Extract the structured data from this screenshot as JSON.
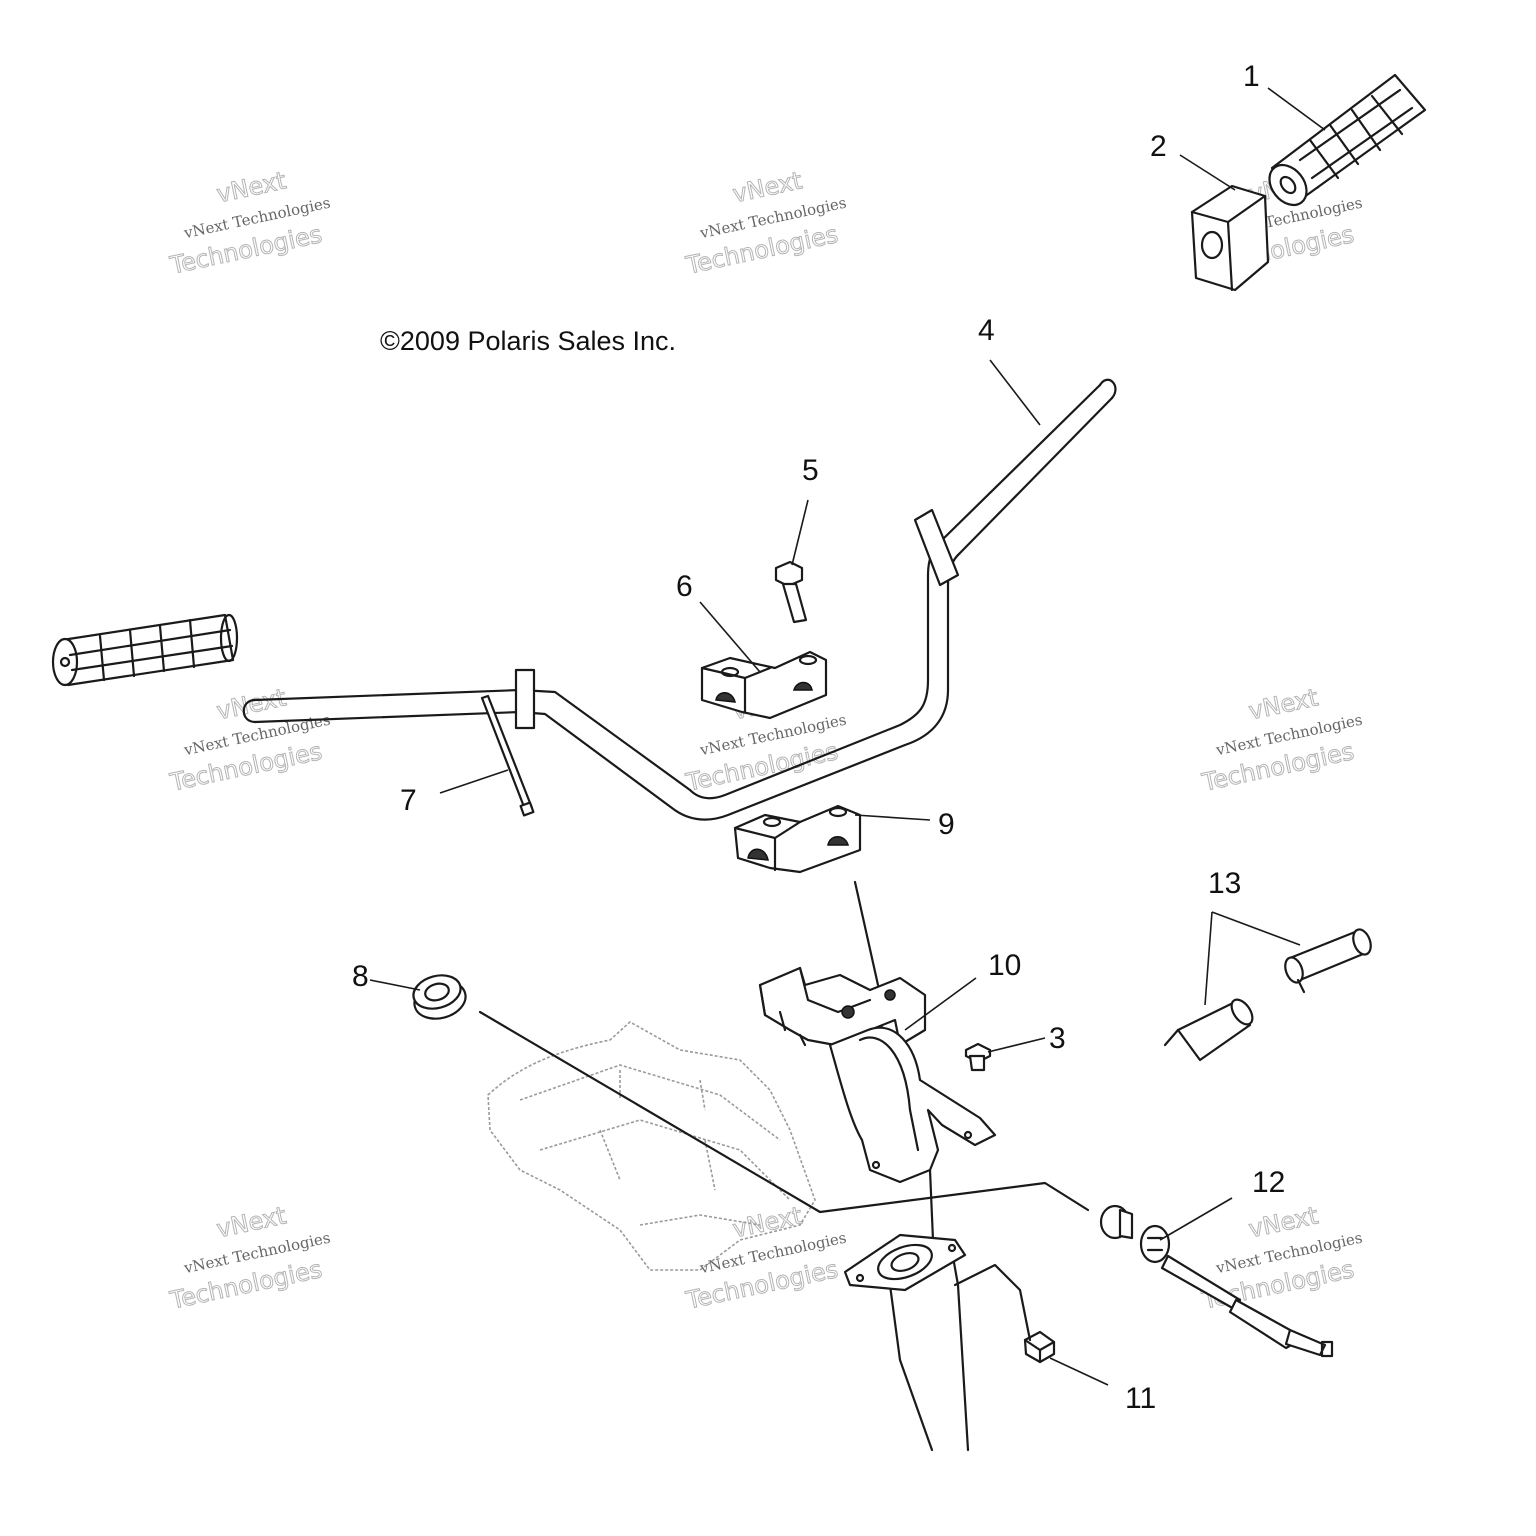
{
  "copyright": "©2009 Polaris Sales Inc.",
  "watermark": {
    "brand": "vNext",
    "line": "vNext Technologies",
    "big": "Technologies"
  },
  "callouts": [
    "1",
    "2",
    "3",
    "4",
    "5",
    "6",
    "7",
    "8",
    "9",
    "10",
    "11",
    "12",
    "13"
  ],
  "colors": {
    "ink": "#1a1a1a",
    "ghost": "#9a9a9a",
    "watermark": "#b5b5b5"
  }
}
